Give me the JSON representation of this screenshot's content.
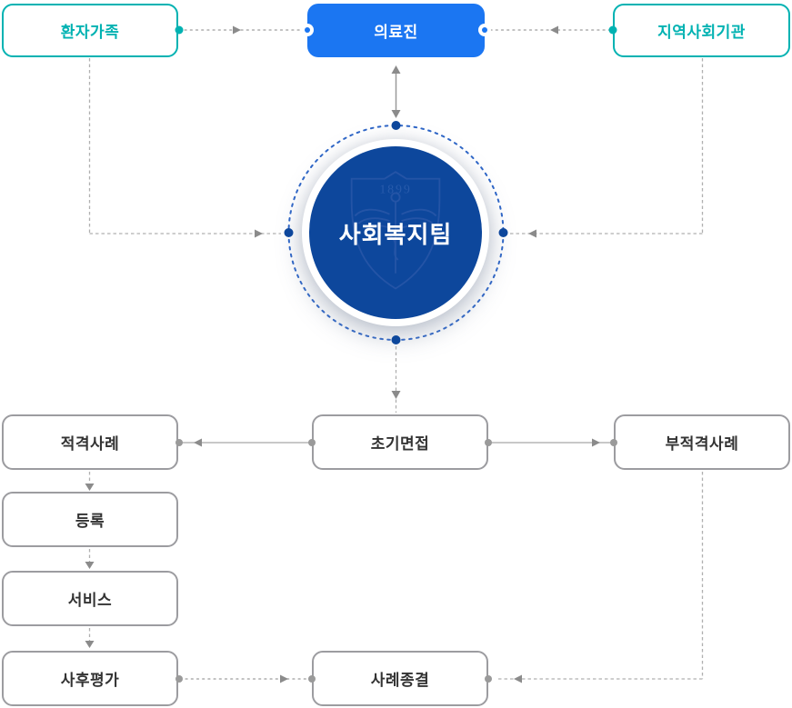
{
  "diagram": {
    "top_row": [
      {
        "id": "patient-family",
        "label": "환자가족",
        "style": "teal-outline"
      },
      {
        "id": "medical-staff",
        "label": "의료진",
        "style": "blue-filled"
      },
      {
        "id": "community-org",
        "label": "지역사회기관",
        "style": "teal-outline"
      }
    ],
    "center": {
      "label": "사회복지팀",
      "emblem_year": "1899"
    },
    "process": [
      {
        "id": "eligible-case",
        "label": "적격사례"
      },
      {
        "id": "registration",
        "label": "등록"
      },
      {
        "id": "service",
        "label": "서비스"
      },
      {
        "id": "follow-up-evaluation",
        "label": "사후평가"
      },
      {
        "id": "initial-interview",
        "label": "초기면접"
      },
      {
        "id": "case-closure",
        "label": "사례종결"
      },
      {
        "id": "ineligible-case",
        "label": "부적격사례"
      }
    ],
    "colors": {
      "teal": "#00b2b2",
      "blue": "#1b76f2",
      "navy": "#0d479c",
      "ring_blue": "#2e66c8",
      "gray_border": "#9c9ca0",
      "line_gray": "#adadad",
      "arrow_gray": "#8b8b8b",
      "text_dark": "#333333"
    }
  }
}
